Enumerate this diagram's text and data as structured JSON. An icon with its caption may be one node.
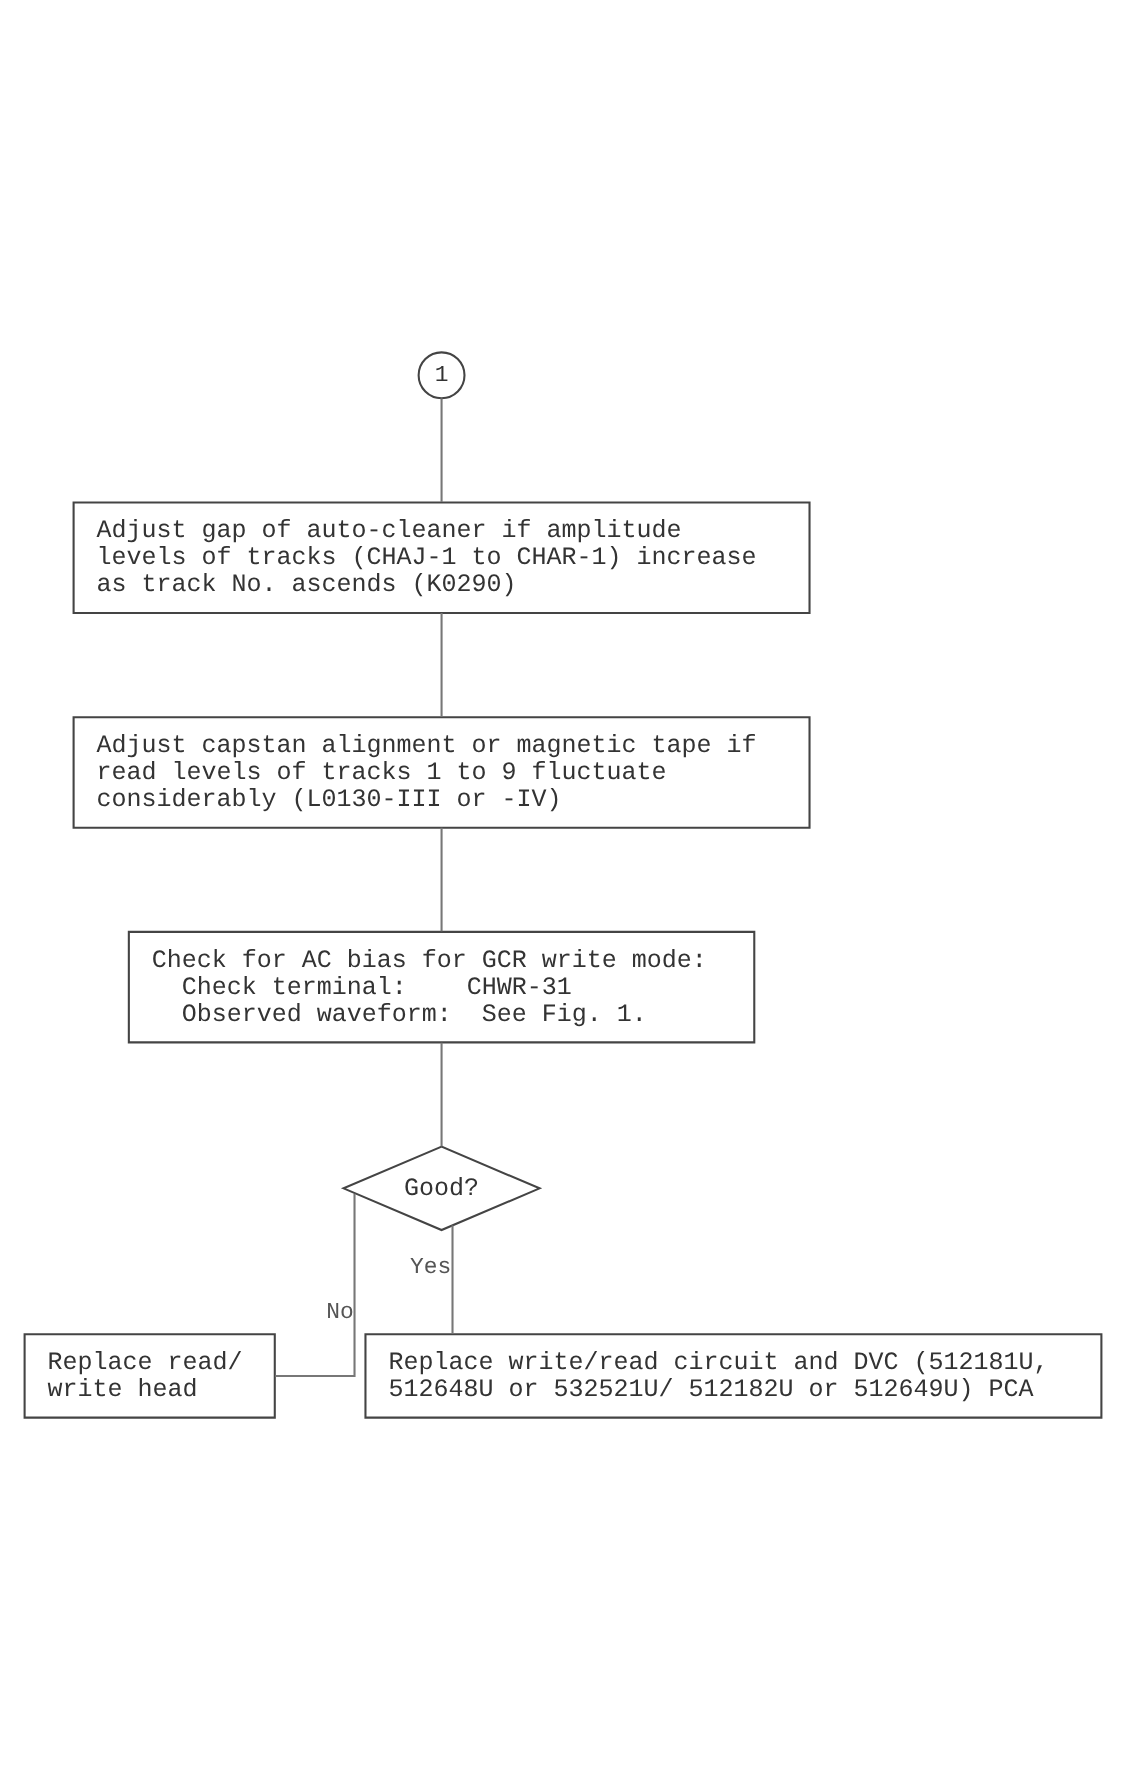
{
  "diagram": {
    "nodes": [
      {
        "text": [
          "1"
        ]
      },
      {
        "text": [
          "Adjust gap of auto-cleaner if amplitude levels of tracks (CHAJ-1 to CHAR-1) increase as track No. ascends (K0290)"
        ]
      },
      {
        "text": [
          "Adjust capstan alignment or magnetic tape if read levels of tracks 1 to 9 fluctuate considerably (L0130-III or -IV)"
        ]
      },
      {
        "text": [
          "Check for AC bias for GCR write mode:",
          "Check terminal:    CHWR-31",
          "Observed waveform:  See Fig. 1."
        ]
      },
      {
        "text": [
          "Good?"
        ]
      },
      {
        "text": [
          "Replace read/ write head"
        ]
      },
      {
        "text": [
          "Replace write/read circuit and DVC (512181U, 512648U or 532521U/ 512182U or 512649U) PCA"
        ]
      }
    ],
    "edges": [
      {
        "from": 0,
        "to": 1,
        "arrow": "none"
      },
      {
        "from": 1,
        "to": 2,
        "arrow": "none"
      },
      {
        "from": 2,
        "to": 3,
        "arrow": "none"
      },
      {
        "from": 3,
        "to": 4,
        "arrow": "none"
      },
      {
        "from": 4,
        "to": 5,
        "arrow": "none",
        "label": "No"
      },
      {
        "from": 4,
        "to": 6,
        "arrow": "none",
        "label": "Yes"
      }
    ]
  }
}
